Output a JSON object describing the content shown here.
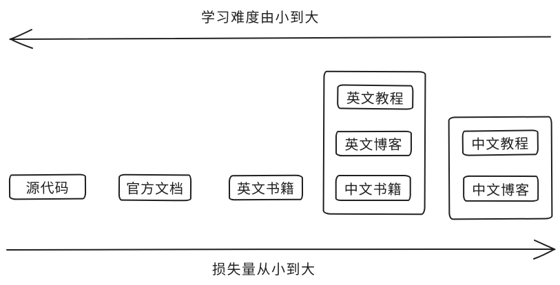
{
  "diagram": {
    "colors": {
      "stroke": "#1e1e1e",
      "background": "#ffffff"
    },
    "top_axis": {
      "label": "学习难度由小到大",
      "direction": "left"
    },
    "bottom_axis": {
      "label": "损失量从小到大",
      "direction": "right"
    },
    "nodes": [
      {
        "label": "源代码"
      },
      {
        "label": "官方文档"
      },
      {
        "label": "英文书籍"
      }
    ],
    "groups": [
      {
        "nodes": [
          {
            "label": "英文教程"
          },
          {
            "label": "英文博客"
          },
          {
            "label": "中文书籍"
          }
        ]
      },
      {
        "nodes": [
          {
            "label": "中文教程"
          },
          {
            "label": "中文博客"
          }
        ]
      }
    ]
  }
}
